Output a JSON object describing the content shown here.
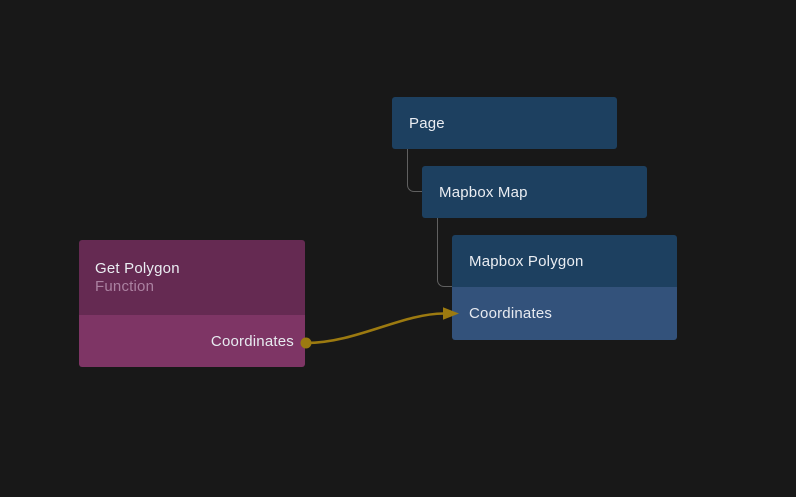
{
  "colors": {
    "canvas_bg": "#181818",
    "blue_node": "#1d4060",
    "blue_port_row": "#33527b",
    "purple_node": "#652a52",
    "purple_port_row": "#7e3565",
    "node_title": "#eaedf2",
    "node_subtitle": "#ab81a1",
    "port_label": "#e7eaf0",
    "tree_connector": "#606060",
    "wire": "#9c7a10"
  },
  "nodes": {
    "page": {
      "title": "Page"
    },
    "mapbox_map": {
      "title": "Mapbox Map"
    },
    "mapbox_polygon": {
      "title": "Mapbox Polygon",
      "input_label": "Coordinates"
    },
    "get_polygon": {
      "title": "Get Polygon",
      "subtitle": "Function",
      "output_label": "Coordinates"
    }
  },
  "connection": {
    "from_node": "Get Polygon",
    "from_port": "Coordinates",
    "to_node": "Mapbox Polygon",
    "to_port": "Coordinates"
  }
}
